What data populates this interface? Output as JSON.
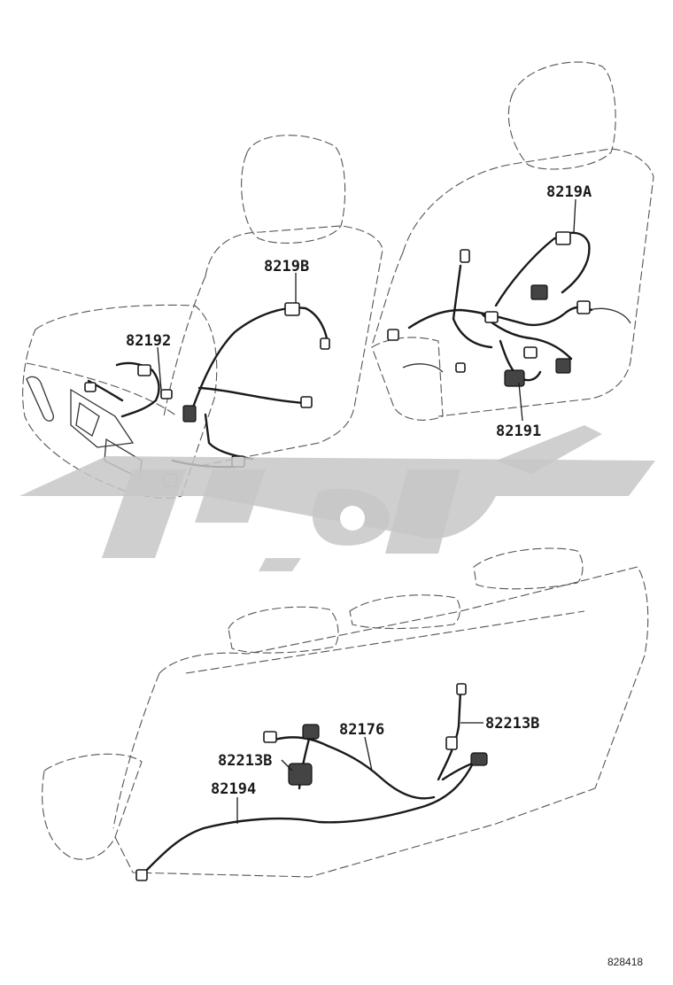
{
  "figure_number": "828418",
  "parts": {
    "p82192": "82192",
    "p8219b": "8219B",
    "p8219a": "8219A",
    "p82191": "82191",
    "p82176": "82176",
    "p82213b_left": "82213B",
    "p82213b_right": "82213B",
    "p82194": "82194"
  },
  "colors": {
    "line": "#1a1a1a",
    "watermark": "#c7c7c7",
    "background": "#ffffff"
  },
  "watermark_icon": "logo-watermark"
}
